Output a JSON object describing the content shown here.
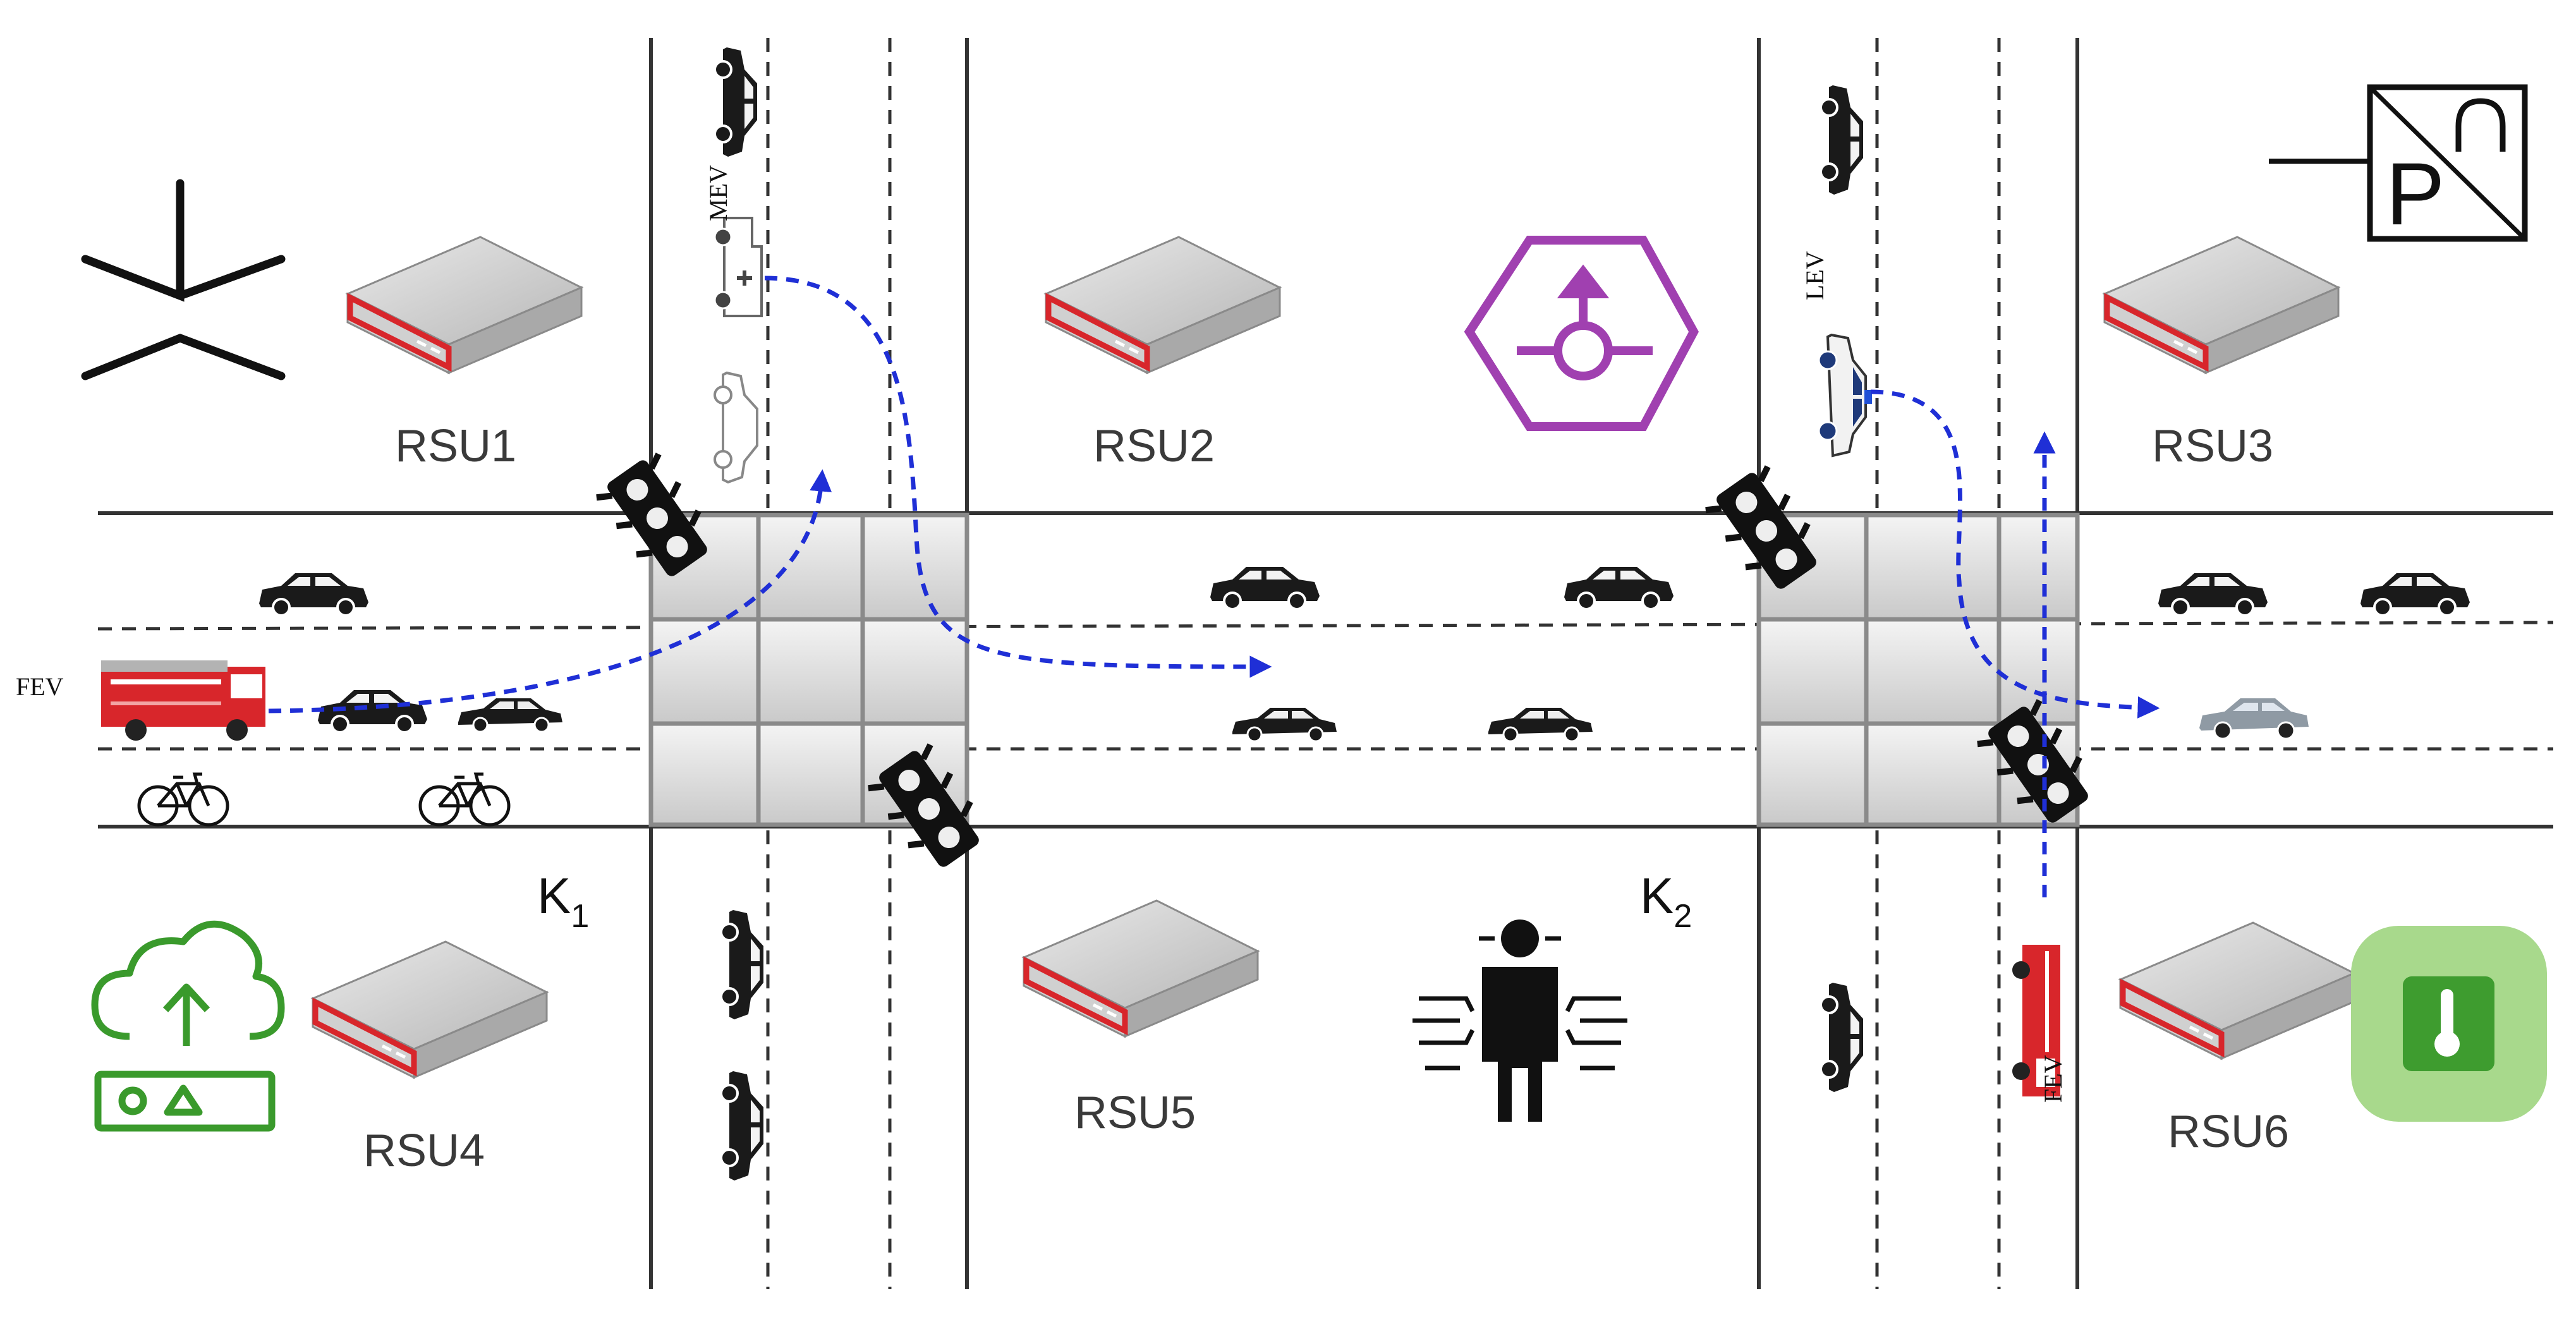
{
  "rsu_labels": {
    "rsu1": "RSU1",
    "rsu2": "RSU2",
    "rsu3": "RSU3",
    "rsu4": "RSU4",
    "rsu5": "RSU5",
    "rsu6": "RSU6"
  },
  "intersections": {
    "k1": {
      "base": "K",
      "sub": "1"
    },
    "k2": {
      "base": "K",
      "sub": "2"
    }
  },
  "vehicles": {
    "fev_left": "FEV",
    "mev": "MEV",
    "lev": "LEV",
    "fev_right": "FEV"
  },
  "parking_sign": "P",
  "colors": {
    "road_line": "#333333",
    "route_arrow": "#1f2fd6",
    "rsu_red": "#d8262b",
    "roundabout_purple": "#a040b0",
    "cloud_green": "#3a9a2c",
    "sensor_green": "#86c85a",
    "fire_truck_red": "#d8262b",
    "intersection_tile": "#dcdcdc"
  },
  "icons": [
    "traffic-light-icon",
    "roadside-unit-icon",
    "roundabout-sign-icon",
    "parking-sign-icon",
    "cloud-upload-icon",
    "temperature-sensor-icon",
    "pedestrian-sensor-icon",
    "bicycle-icon",
    "car-icon",
    "ambulance-icon",
    "police-car-icon",
    "fire-truck-icon"
  ]
}
